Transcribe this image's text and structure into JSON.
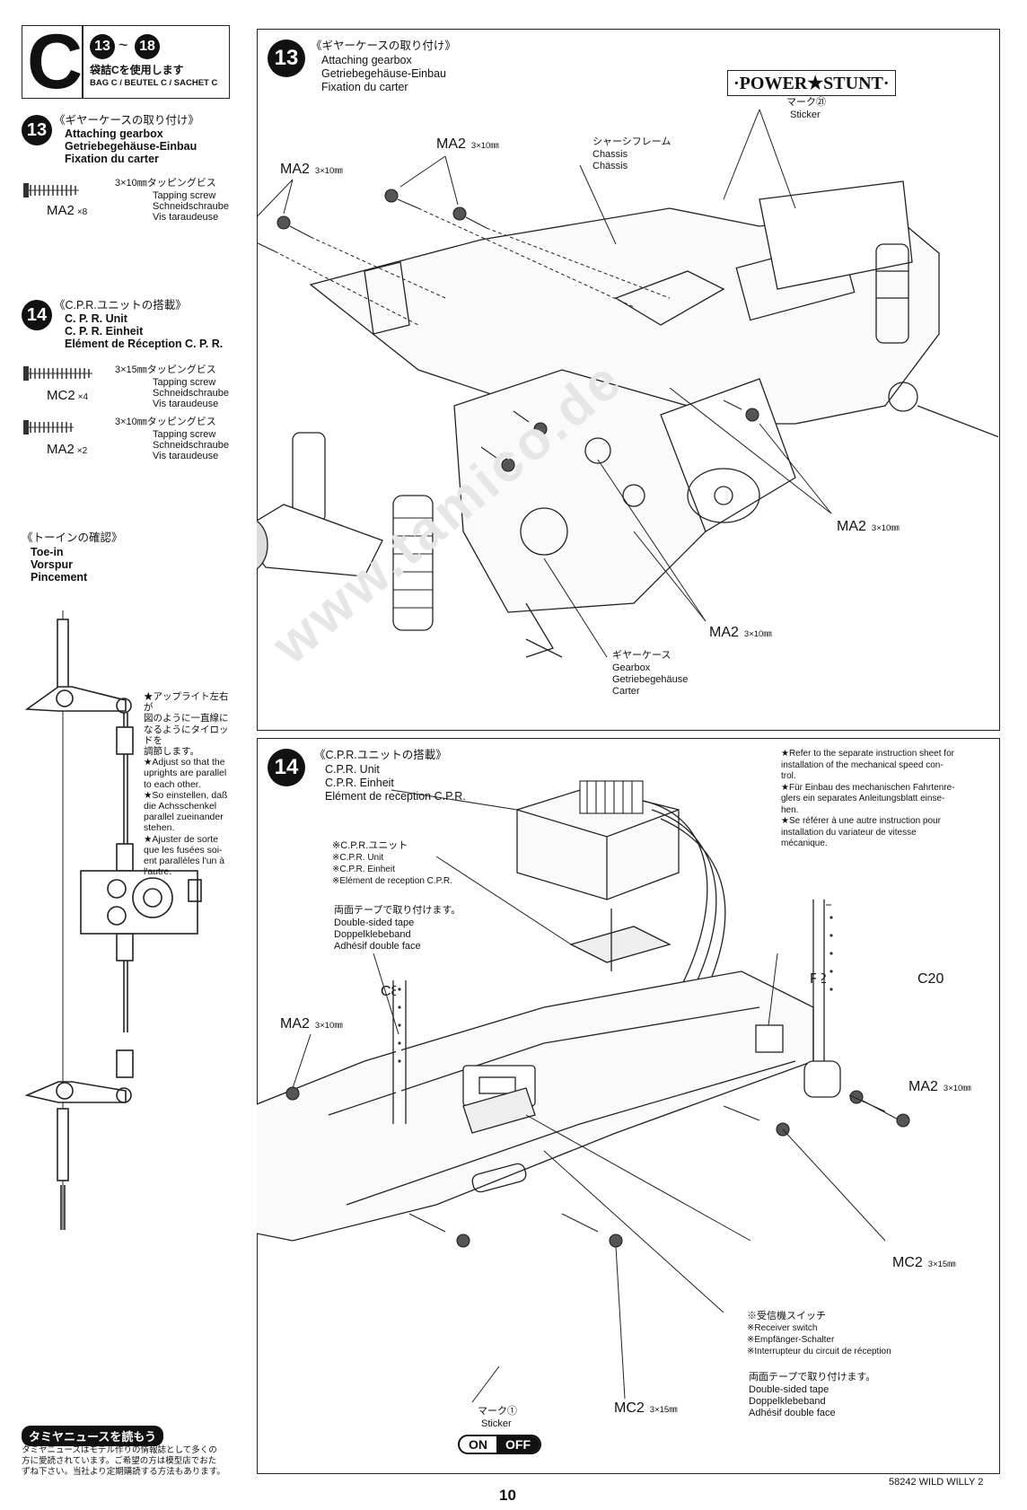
{
  "header": {
    "section_letter": "C",
    "steps_from": "13",
    "steps_sep": "~",
    "steps_to": "18",
    "bag_jp": "袋詰Cを使用します",
    "bag_en": "BAG C / BEUTEL C / SACHET C"
  },
  "left": {
    "step13": {
      "num": "13",
      "jp": "《ギヤーケースの取り付け》",
      "en": "Attaching gearbox",
      "de": "Getriebegehäuse-Einbau",
      "fr": "Fixation du carter",
      "screw": {
        "label": "MA2",
        "qty": "×8",
        "size_jp": "3×10㎜タッピングビス",
        "en": "Tapping screw",
        "de": "Schneidschraube",
        "fr": "Vis taraudeuse"
      }
    },
    "step14": {
      "num": "14",
      "jp": "《C.P.R.ユニットの搭載》",
      "en": "C. P. R. Unit",
      "de": "C. P. R. Einheit",
      "fr": "Elément de Réception C. P. R.",
      "screw1": {
        "label": "MC2",
        "qty": "×4",
        "size_jp": "3×15㎜タッピングビス",
        "en": "Tapping screw",
        "de": "Schneidschraube",
        "fr": "Vis taraudeuse"
      },
      "screw2": {
        "label": "MA2",
        "qty": "×2",
        "size_jp": "3×10㎜タッピングビス",
        "en": "Tapping screw",
        "de": "Schneidschraube",
        "fr": "Vis taraudeuse"
      }
    },
    "toein": {
      "jp": "《トーインの確認》",
      "en": "Toe-in",
      "de": "Vorspur",
      "fr": "Pincement",
      "notes": [
        "★アップライト左右が",
        "図のように一直線に",
        "なるようにタイロッドを",
        "調節します。",
        "★Adjust so that the",
        "uprights are parallel",
        "to each other.",
        "★So einstellen, daß",
        "die Achsschenkel",
        "parallel zueinander",
        "stehen.",
        "★Ajuster de sorte",
        "que les fusées soi-",
        "ent parallèles l'un à",
        "l'autre."
      ]
    },
    "news": {
      "title": "タミヤニュースを読もう",
      "lines": [
        "タミヤニュースはモデル作りの情報誌として多くの",
        "方に愛読されています。ご希望の方は模型店でおた",
        "ずね下さい。当社より定期購読する方法もあります。"
      ]
    }
  },
  "panel13": {
    "num": "13",
    "jp": "《ギヤーケースの取り付け》",
    "en": "Attaching gearbox",
    "de": "Getriebegehäuse-Einbau",
    "fr": "Fixation du carter",
    "logo": "·POWER★STUNT·",
    "mark_jp": "マーク㉑",
    "mark_en": "Sticker",
    "chassis_jp": "シャーシフレーム",
    "chassis_en": "Chassis",
    "chassis_de": "Chässis",
    "gear_jp": "ギヤーケース",
    "gear_en": "Gearbox",
    "gear_de": "Getriebegehäuse",
    "gear_fr": "Carter",
    "ma2": "MA2",
    "dim": "3×10㎜"
  },
  "panel14": {
    "num": "14",
    "jp": "《C.P.R.ユニットの搭載》",
    "en": "C.P.R. Unit",
    "de": "C.P.R. Einheit",
    "fr": "Elément de reception C.P.R.",
    "notes": [
      "★Refer to the separate instruction sheet for",
      "installation of the mechanical speed con-",
      "trol.",
      "★Für Einbau des mechanischen Fahrtenre-",
      "glers ein separates Anleitungsblatt einse-",
      "hen.",
      "★Se référer à une autre instruction pour",
      "installation du variateur de vitesse",
      "mécanique."
    ],
    "cpr_jp": "※C.P.R.ユニット",
    "cpr_en": "※C.P.R. Unit",
    "cpr_de": "※C.P.R. Einheit",
    "cpr_fr": "※Elément de reception C.P.R.",
    "tape_jp": "両面テープで取り付けます。",
    "tape_en": "Double-sided tape",
    "tape_de": "Doppelklebeband",
    "tape_fr": "Adhésif double face",
    "switch_jp": "※受信機スイッチ",
    "switch_en": "※Receiver switch",
    "switch_de": "※Empfänger-Schalter",
    "switch_fr": "※Interrupteur du circuit de réception",
    "tape2_jp": "両面テープで取り付けます。",
    "tape2_en": "Double-sided tape",
    "tape2_de": "Doppelklebeband",
    "tape2_fr": "Adhésif double face",
    "mark_jp": "マーク①",
    "mark_en": "Sticker",
    "on": "ON",
    "off": "OFF",
    "c8": "C8",
    "c20": "C20",
    "f2": "F2",
    "ma2": "MA2",
    "ma2_dim": "3×10㎜",
    "mc2": "MC2",
    "mc2_dim": "3×15㎜"
  },
  "watermark": "www.tamico.de",
  "footer": {
    "code": "58242 WILD WILLY 2",
    "page": "10"
  }
}
